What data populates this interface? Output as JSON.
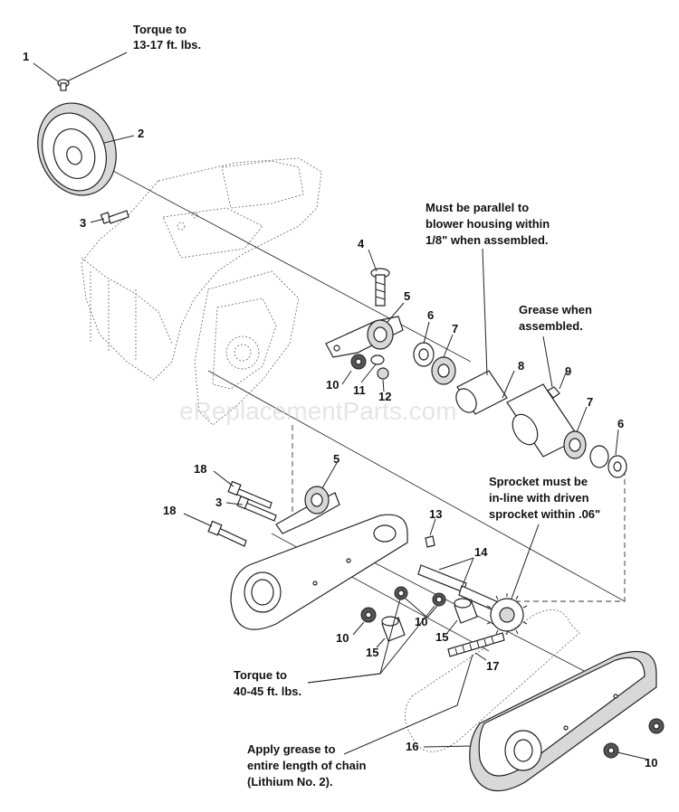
{
  "watermark": "eReplacementParts.com",
  "callouts": [
    "1",
    "2",
    "3",
    "4",
    "5",
    "6",
    "7",
    "8",
    "9",
    "7",
    "6",
    "10",
    "11",
    "12",
    "18",
    "3",
    "5",
    "18",
    "13",
    "14",
    "10",
    "15",
    "15",
    "17",
    "10",
    "16",
    "10"
  ],
  "notes": {
    "torque_top": [
      "Torque to",
      "13-17 ft. lbs."
    ],
    "parallel": [
      "Must be parallel to",
      "blower housing within",
      "1/8\" when assembled."
    ],
    "grease_assembled": [
      "Grease when",
      "assembled."
    ],
    "sprocket": [
      "Sprocket must be",
      "in-line with driven",
      "sprocket within .06\""
    ],
    "torque_bottom": [
      "Torque to",
      "40-45 ft. lbs."
    ],
    "apply_grease": [
      "Apply grease to",
      "entire length of chain",
      "(Lithium No. 2)."
    ]
  }
}
